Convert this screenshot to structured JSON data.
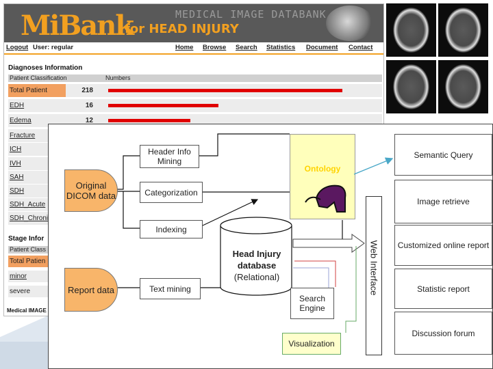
{
  "site": {
    "logo_main": "MiBank",
    "logo_sub": "for HEAD INJURY",
    "banner_title": "MEDICAL IMAGE DATABANK",
    "user_nav": {
      "logout": "Logout",
      "user": "User: regular"
    },
    "nav": [
      "Home",
      "Browse",
      "Search",
      "Statistics",
      "Document",
      "Contact"
    ],
    "diagnoses": {
      "title": "Diagnoses Information",
      "col1": "Patient Classification",
      "col2": "Numbers",
      "rows": [
        {
          "label": "Total Patient",
          "value": "218",
          "count": 218
        },
        {
          "label": "EDH",
          "value": "16",
          "count": 16
        },
        {
          "label": "Edema",
          "value": "12",
          "count": 12
        },
        {
          "label": "Fracture",
          "value": "",
          "count": null
        },
        {
          "label": "ICH",
          "value": "",
          "count": null
        },
        {
          "label": "IVH",
          "value": "",
          "count": null
        },
        {
          "label": "SAH",
          "value": "",
          "count": null
        },
        {
          "label": "SDH",
          "value": "",
          "count": null
        },
        {
          "label": "SDH_Acute",
          "value": "",
          "count": null
        },
        {
          "label": "SDH_Chronic",
          "value": "",
          "count": null
        }
      ]
    },
    "stage": {
      "title": "Stage Infor",
      "col1": "Patient Class",
      "rows": [
        "Total Patien",
        "minor",
        "severe"
      ]
    },
    "footer": "Medical IMAGE"
  },
  "diagram": {
    "original_dicom": "Original DICOM data",
    "report_data": "Report data",
    "header_info": "Header Info Mining",
    "categorization": "Categorization",
    "indexing": "Indexing",
    "text_mining": "Text mining",
    "ontology": "Ontology",
    "database": {
      "line1": "Head Injury",
      "line2": "database",
      "line3": "(Relational)"
    },
    "search_engine": "Search Engine",
    "visualization": "Visualization",
    "web_interface": "Web Interface",
    "outputs": [
      "Semantic Query",
      "Image retrieve",
      "Customized online report",
      "Statistic report",
      "Discussion forum"
    ]
  },
  "colors": {
    "accent": "#f2a020",
    "highlight": "#f2a060",
    "bar": "#e00000",
    "report_box": "#f8b56a",
    "ontology": "#ffffbb"
  }
}
